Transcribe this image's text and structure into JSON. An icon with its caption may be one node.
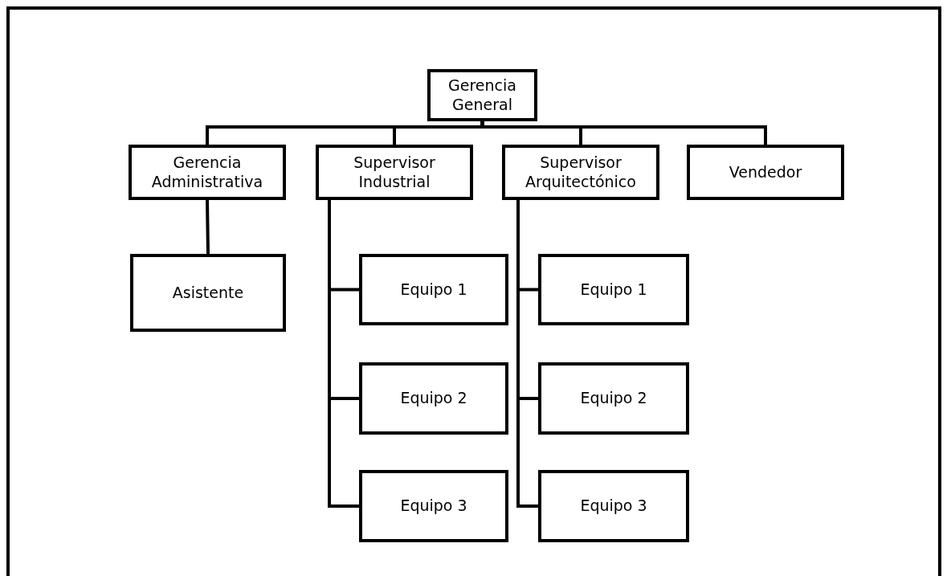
{
  "diagram": {
    "nodes": [
      {
        "text": [
          "Gerencia General"
        ]
      },
      {
        "text": [
          "Gerencia Administrativa"
        ]
      },
      {
        "text": [
          "Supervisor Industrial"
        ]
      },
      {
        "text": [
          "Supervisor Arquitectónico"
        ]
      },
      {
        "text": [
          "Vendedor"
        ]
      },
      {
        "text": [
          "Asistente"
        ]
      },
      {
        "text": [
          "Equipo 1"
        ]
      },
      {
        "text": [
          "Equipo 2"
        ]
      },
      {
        "text": [
          "Equipo 3"
        ]
      },
      {
        "text": [
          "Equipo 1"
        ]
      },
      {
        "text": [
          "Equipo 2"
        ]
      },
      {
        "text": [
          "Equipo 3"
        ]
      }
    ],
    "edges": [
      {
        "from": 0,
        "to": 1,
        "arrow": "none"
      },
      {
        "from": 0,
        "to": 2,
        "arrow": "none"
      },
      {
        "from": 0,
        "to": 3,
        "arrow": "none"
      },
      {
        "from": 0,
        "to": 4,
        "arrow": "none"
      },
      {
        "from": 1,
        "to": 5,
        "arrow": "none"
      },
      {
        "from": 2,
        "to": 6,
        "arrow": "none"
      },
      {
        "from": 2,
        "to": 7,
        "arrow": "none"
      },
      {
        "from": 2,
        "to": 8,
        "arrow": "none"
      },
      {
        "from": 3,
        "to": 9,
        "arrow": "none"
      },
      {
        "from": 3,
        "to": 10,
        "arrow": "none"
      },
      {
        "from": 3,
        "to": 11,
        "arrow": "none"
      }
    ]
  }
}
